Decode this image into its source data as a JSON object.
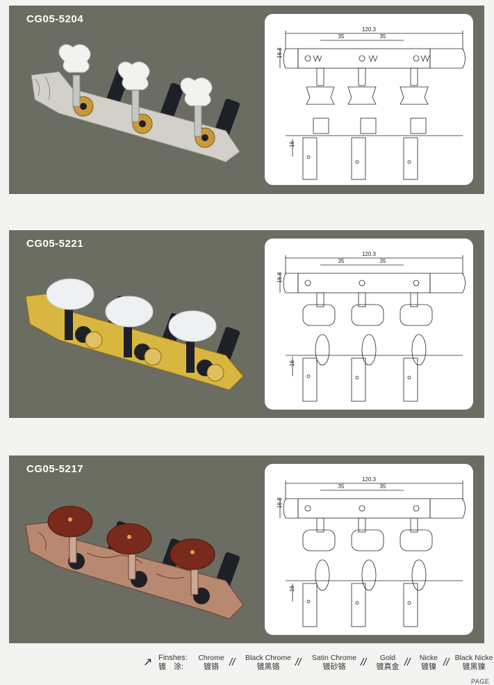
{
  "products": [
    {
      "code": "CG05-5204",
      "dims": {
        "width": "120.3",
        "spacing_a": "35",
        "spacing_b": "35",
        "height": "16.8",
        "post": "16"
      },
      "button_style": "ornate",
      "button_color": "#f2f2ee",
      "plate_color": "#d2d0c8"
    },
    {
      "code": "CG05-5221",
      "dims": {
        "width": "120.3",
        "spacing_a": "35",
        "spacing_b": "35",
        "height": "16.8",
        "post": "16"
      },
      "button_style": "oval",
      "button_color": "#eef0f2",
      "plate_color": "#d8b640"
    },
    {
      "code": "CG05-5217",
      "dims": {
        "width": "120.3",
        "spacing_a": "35",
        "spacing_b": "35",
        "height": "16.8",
        "post": "16"
      },
      "button_style": "oval",
      "button_color": "#7a2a1a",
      "plate_color": "#b88870"
    }
  ],
  "finishes": {
    "label_en": "Finshes:",
    "label_cn": "镀　涂:",
    "items": [
      {
        "en": "Chrome",
        "cn": "镀铬"
      },
      {
        "en": "Black Chrome",
        "cn": "镀黑铬"
      },
      {
        "en": "Satin Chrome",
        "cn": "镀砂铬"
      },
      {
        "en": "Gold",
        "cn": "镀真金"
      },
      {
        "en": "Nicke",
        "cn": "镀镍"
      },
      {
        "en": "Black Nicke",
        "cn": "镀黑镍"
      }
    ],
    "separator": "//"
  },
  "page_tag": "PAGE",
  "colors": {
    "panel_bg": "#6b6c62",
    "drawing_bg": "#ffffff",
    "page_bg": "#f3f3f1",
    "post_black": "#1e2028"
  }
}
